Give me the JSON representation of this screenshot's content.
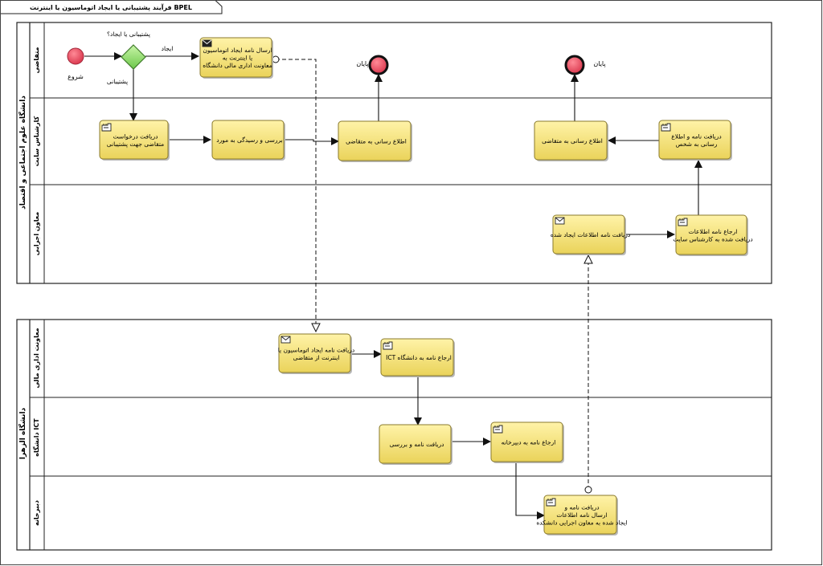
{
  "diagram_title": "BPEL فرآیند پشتیبانی یا ایجاد اتوماسیون یا اینترنت",
  "pools": [
    {
      "name": "دانشگاه علوم اجتماعی و اقتصاد",
      "lanes": [
        "متقاضی",
        "کارشناس سایت",
        "معاون اجرایی"
      ]
    },
    {
      "name": "دانشگاه الزهرا",
      "lanes": [
        "معاونت اداری مالی",
        "ICT دانشگاه",
        "دبیرخانه"
      ]
    }
  ],
  "events": {
    "start": "شروع",
    "end_1": "پایان",
    "end_2": "پایان"
  },
  "gateway": {
    "question": "پشتیبانی یا ایجاد؟",
    "branch_create": "ایجاد",
    "branch_support": "پشتیبانی"
  },
  "tasks": {
    "send_letter": "ارسال نامه ایجاد اتوماسیون یا اینترنت به معاونت اداری مالی دانشگاه",
    "receive_support_request": "دریافت درخواست متقاضی جهت پشتیبانی",
    "review": "بررسی و رسیدگی به مورد",
    "inform_applicant_1": "اطلاع رسانی به متقاضی",
    "inform_applicant_2": "اطلاع رسانی به متقاضی",
    "receive_and_inform": "دریافت نامه و اطلاع رسانی به شخص",
    "receive_info_letter": "دریافت نامه اطلاعات ایجاد شده",
    "refer_to_site_expert": "ارجاع نامه اطلاعات دریافت شده به کارشناس سایت",
    "receive_creation_letter": "دریافت نامه ایجاد اتوماسیون یا اینترنت از متقاضی",
    "refer_to_ict": "ارجاع نامه به دانشگاه ICT",
    "receive_and_review": "دریافت نامه و بررسی",
    "refer_to_secretariat": "ارجاع نامه به دبیرخانه",
    "receive_and_send": "دریافت نامه و ارسال نامه اطلاعات ایجاد شده به معاون اجرایی دانشکده"
  },
  "colors": {
    "task_fill": "#f2dc67",
    "task_stroke": "#8a7a2c",
    "start_fill": "#e8475a",
    "end_fill": "#e8475a",
    "gateway_fill": "#8fd66a",
    "gateway_stroke": "#3f7a2a",
    "lane_stroke": "#222222"
  }
}
